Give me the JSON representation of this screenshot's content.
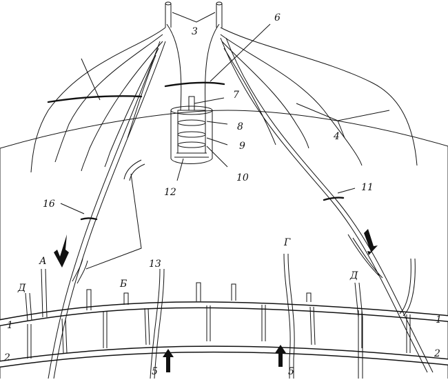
{
  "labels": {
    "n1_left": "1",
    "n1_right": "1",
    "n2_left": "2",
    "n2_right": "2",
    "n3": "3",
    "n4": "4",
    "n5_left": "5",
    "n5_right": "5",
    "n6": "6",
    "n7": "7",
    "n8": "8",
    "n9": "9",
    "n10": "10",
    "n11": "11",
    "n12": "12",
    "n13": "13",
    "n16": "16",
    "A": "А",
    "B": "Б",
    "G": "Г",
    "D_left": "Д",
    "D_right": "Д"
  }
}
